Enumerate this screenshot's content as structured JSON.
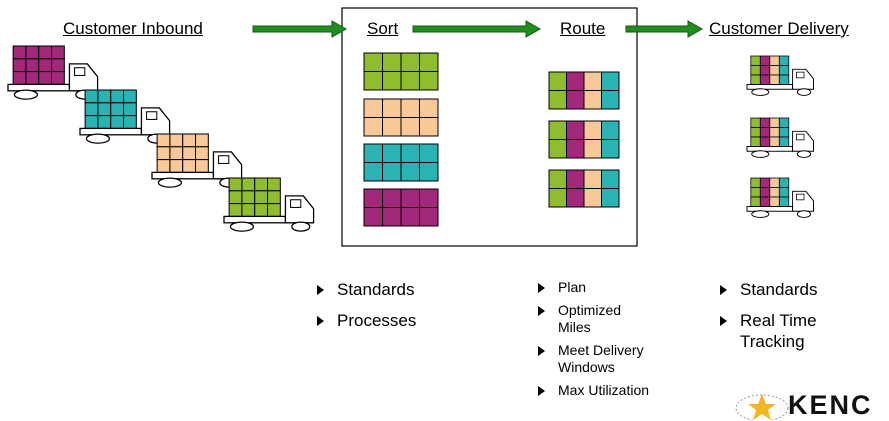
{
  "headings": {
    "inbound": "Customer Inbound",
    "sort": "Sort",
    "route": "Route",
    "delivery": "Customer Delivery"
  },
  "bullets": {
    "sort": [
      "Standards",
      "Processes"
    ],
    "route": [
      "Plan",
      "Optimized Miles",
      "Meet Delivery Windows",
      "Max Utilization"
    ],
    "delivery": [
      "Standards",
      "Real Time Tracking"
    ]
  },
  "logo": {
    "text": "KENC"
  },
  "colors": {
    "purple": "#a3287c",
    "teal": "#2ab3b3",
    "peach": "#f8c896",
    "green": "#8fbd2e",
    "arrow": "#1f8e1f",
    "logo_star": "#f2b824"
  },
  "icons": [
    "truck-icon",
    "arrow-right-icon",
    "logo-star-icon"
  ]
}
